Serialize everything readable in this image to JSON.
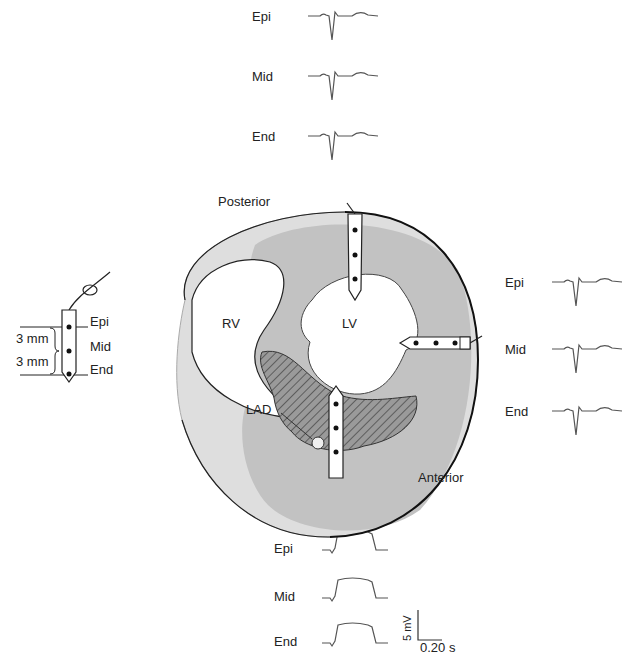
{
  "diagram": {
    "labels": [
      "Epi",
      "Mid",
      "End",
      "Posterior",
      "3 mm",
      "3 mm",
      "Epi",
      "Mid",
      "End",
      "RV",
      "LV",
      "Epi",
      "Mid",
      "End",
      "LAD",
      "Anterior",
      "Epi",
      "Mid",
      "End",
      "5 mV",
      "0.20 s"
    ]
  }
}
